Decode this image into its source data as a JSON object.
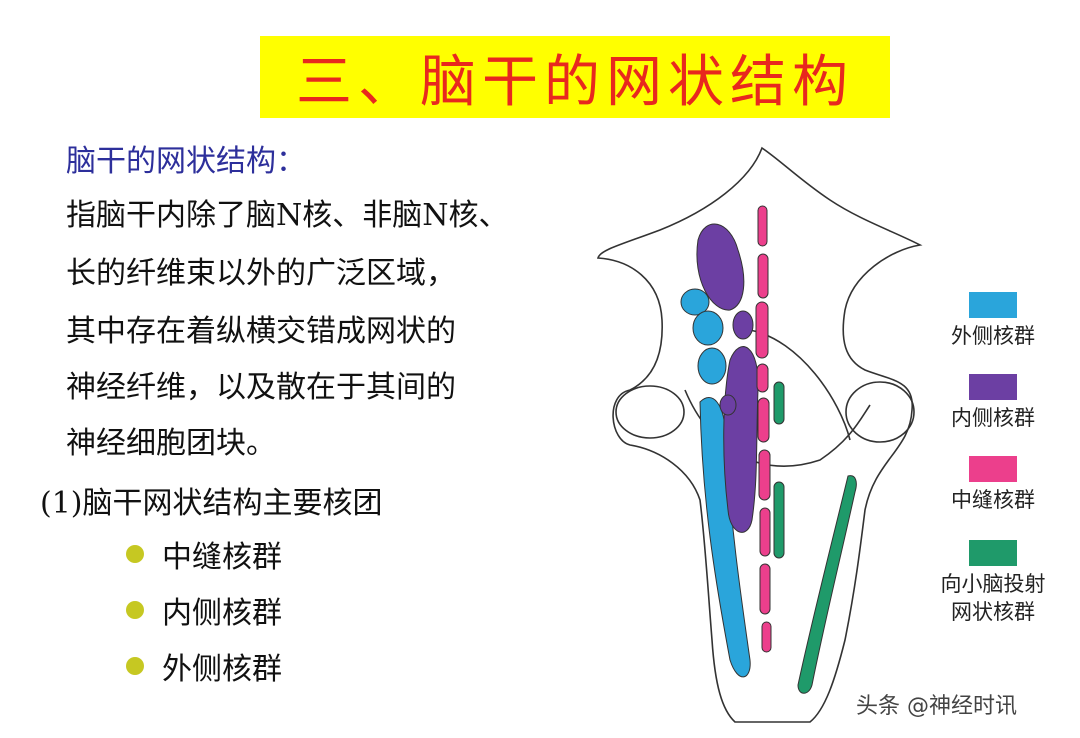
{
  "title": "三、脑干的网状结构",
  "subtitle": "脑干的网状结构：",
  "definition_lines": [
    "指脑干内除了脑N核、非脑N核、",
    "长的纤维束以外的广泛区域，",
    "其中存在着纵横交错成网状的",
    "神经纤维，以及散在于其间的",
    "神经细胞团块。"
  ],
  "section_heading": "(1)脑干网状结构主要核团",
  "bullets": [
    "中缝核群",
    "内侧核群",
    "外侧核群"
  ],
  "legend": [
    {
      "label_lines": [
        "外侧核群"
      ],
      "color": "#2aa5db"
    },
    {
      "label_lines": [
        "内侧核群"
      ],
      "color": "#6c3fa3"
    },
    {
      "label_lines": [
        "中缝核群"
      ],
      "color": "#ec3f8c"
    },
    {
      "label_lines": [
        "向小脑投射",
        "网状核群"
      ],
      "color": "#1f9a6a"
    }
  ],
  "colors": {
    "title_bg": "#ffff00",
    "title_text": "#e8281e",
    "subtitle_text": "#2d2f9b",
    "bullet": "#c6c822"
  },
  "watermark": "头条 @神经时讯"
}
